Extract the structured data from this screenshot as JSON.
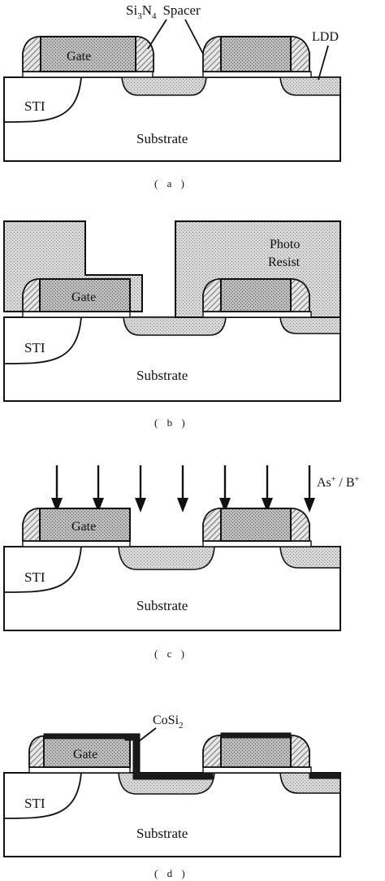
{
  "labels": {
    "spacer_prefix": "Si",
    "spacer_sub1": "3",
    "spacer_n": "N",
    "spacer_sub2": "4",
    "spacer_word": "Spacer",
    "ldd": "LDD",
    "gate": "Gate",
    "sti": "STI",
    "substrate": "Substrate",
    "photo": "Photo",
    "resist": "Resist",
    "implant_as": "As",
    "implant_plus1": "+",
    "implant_sep": "/ B",
    "implant_plus2": "+",
    "cosi_prefix": "CoSi",
    "cosi_sub": "2"
  },
  "captions": {
    "a": "( a )",
    "b": "( b )",
    "c": "( c )",
    "d": "( d )"
  }
}
